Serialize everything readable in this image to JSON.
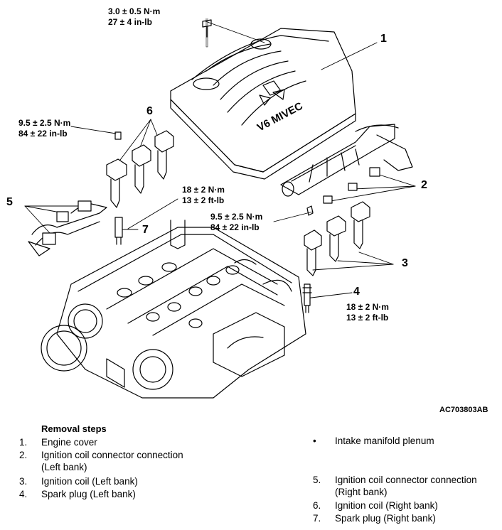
{
  "figure_code": "AC703803AB",
  "torques": {
    "cover_bolt": {
      "nm": "3.0 ± 0.5 N·m",
      "imperial": "27 ± 4 in-lb"
    },
    "coil_left": {
      "nm": "9.5 ± 2.5 N·m",
      "imperial": "84 ± 22 in-lb"
    },
    "plug_right": {
      "nm": "18 ± 2 N·m",
      "imperial": "13 ± 2 ft-lb"
    },
    "coil_right": {
      "nm": "9.5 ± 2.5 N·m",
      "imperial": "84 ± 22 in-lb"
    },
    "plug_left": {
      "nm": "18 ± 2 N·m",
      "imperial": "13 ± 2 ft-lb"
    }
  },
  "callouts": [
    "1",
    "2",
    "3",
    "4",
    "5",
    "6",
    "7"
  ],
  "cover_text": "V6 MIVEC",
  "removal": {
    "title": "Removal steps",
    "steps": [
      {
        "num": "1.",
        "text": "Engine cover",
        "text2": ""
      },
      {
        "num": "2.",
        "text": "Ignition coil connector connection",
        "text2": "(Left bank)"
      },
      {
        "num": "3.",
        "text": "Ignition coil (Left bank)",
        "text2": ""
      },
      {
        "num": "4.",
        "text": "Spark plug (Left bank)",
        "text2": ""
      },
      {
        "num": "•",
        "text": "Intake manifold plenum",
        "text2": ""
      },
      {
        "num": "5.",
        "text": "Ignition coil connector connection",
        "text2": "(Right bank)"
      },
      {
        "num": "6.",
        "text": "Ignition coil (Right bank)",
        "text2": ""
      },
      {
        "num": "7.",
        "text": "Spark plug (Right bank)",
        "text2": ""
      }
    ]
  }
}
